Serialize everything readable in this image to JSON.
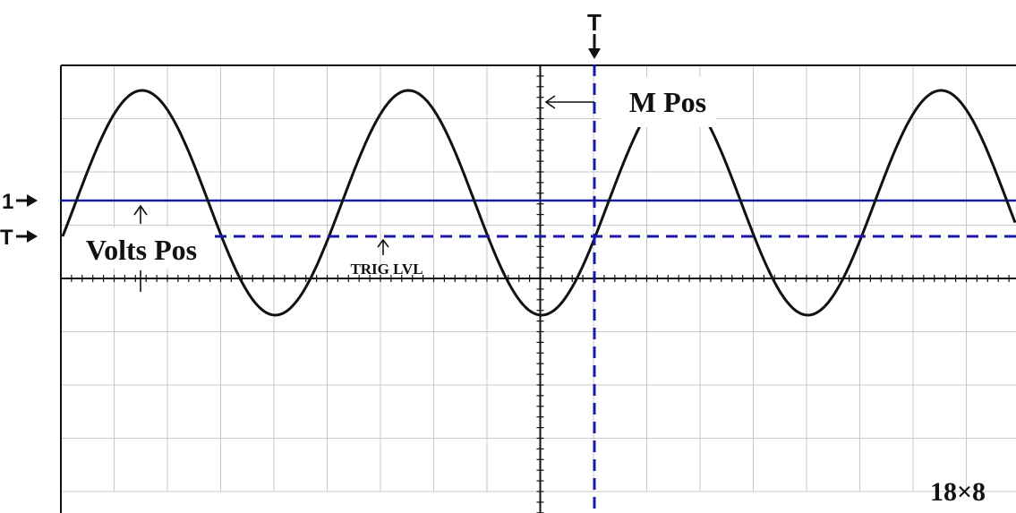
{
  "markers": {
    "trigger_top": "T",
    "channel_1": "1",
    "trigger_left": "T"
  },
  "labels": {
    "m_pos": "M Pos",
    "volts_pos": "Volts Pos",
    "trig_lvl": "TRIG LVL",
    "grid_size": "18×8"
  },
  "grid": {
    "cols": 18,
    "rows": 8
  },
  "colors": {
    "grid": "#c8c8c8",
    "axis": "#111111",
    "waveform": "#111111",
    "marker": "#1a1aa6"
  }
}
